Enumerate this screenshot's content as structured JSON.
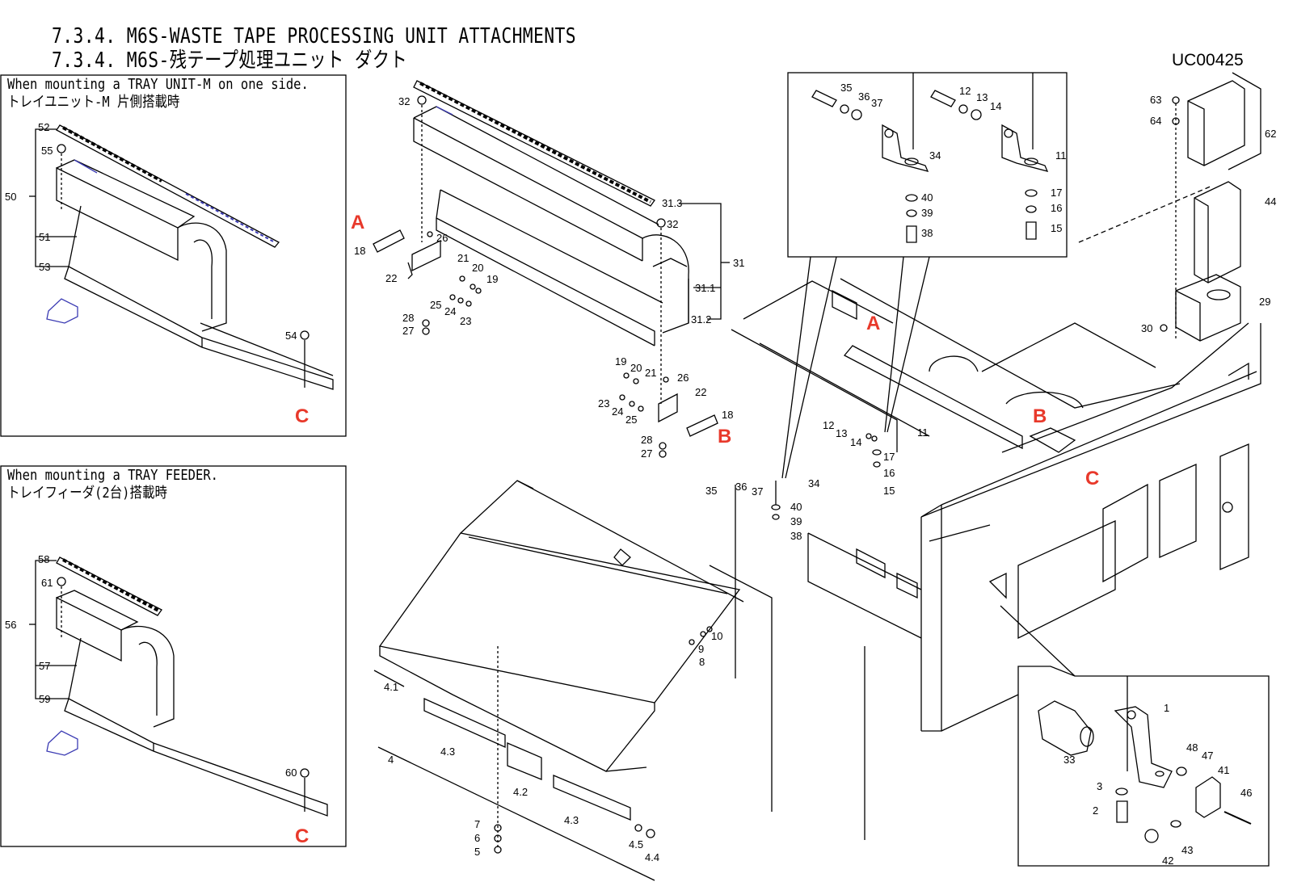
{
  "header": {
    "title_en": "7.3.4. M6S-WASTE TAPE PROCESSING UNIT ATTACHMENTS",
    "title_jp": "7.3.4. M6S-残テープ処理ユニット ダクト",
    "doc_code": "UC00425"
  },
  "insets": {
    "tray_unit_caption_en": "When mounting a TRAY UNIT-M on one side.",
    "tray_unit_caption_jp": "トレイユニット-M 片側搭載時",
    "tray_feeder_caption_en": "When mounting a TRAY FEEDER.",
    "tray_feeder_caption_jp": "トレイフィーダ(2台)搭載時"
  },
  "ref_letters": {
    "a": "A",
    "b": "B",
    "c": "C"
  },
  "colors": {
    "ref_letter": "#e8392b",
    "line": "#000000",
    "accent_line": "#3b3bb3"
  },
  "callouts": {
    "inset1": [
      "52",
      "55",
      "50",
      "51",
      "53",
      "54"
    ],
    "inset2": [
      "58",
      "61",
      "56",
      "57",
      "59",
      "60"
    ],
    "duct_top": [
      "32",
      "31.3",
      "31",
      "31.1",
      "31.2"
    ],
    "bracket_a": [
      "18",
      "26",
      "22",
      "21",
      "20",
      "19",
      "25",
      "24",
      "23",
      "28",
      "27"
    ],
    "bracket_b": [
      "19",
      "20",
      "21",
      "26",
      "22",
      "23",
      "24",
      "25",
      "18",
      "28",
      "27"
    ],
    "detail_top": [
      "35",
      "36",
      "37",
      "34",
      "40",
      "39",
      "38",
      "12",
      "13",
      "14",
      "11",
      "17",
      "16",
      "15"
    ],
    "machine_side": [
      "12",
      "13",
      "14",
      "11",
      "17",
      "16",
      "15",
      "35",
      "36",
      "37",
      "34",
      "40",
      "39",
      "38"
    ],
    "box_right": [
      "63",
      "64",
      "62",
      "44",
      "29",
      "30"
    ],
    "lower_duct": [
      "10",
      "9",
      "8",
      "4.1",
      "4",
      "4.3",
      "4.2",
      "4.3",
      "7",
      "6",
      "5",
      "4.5",
      "4.4"
    ],
    "detail_bottom": [
      "1",
      "33",
      "48",
      "47",
      "41",
      "46",
      "3",
      "2",
      "42",
      "43"
    ]
  }
}
